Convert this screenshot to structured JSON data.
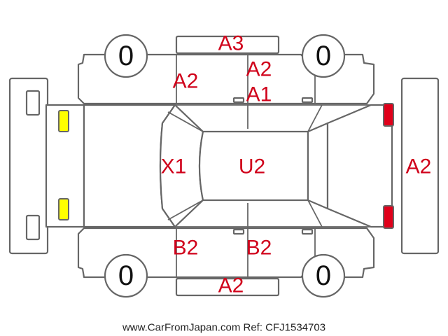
{
  "colors": {
    "outline": "#666666",
    "damage_code": "#d0021b",
    "front_lamp": "#ffff00",
    "rear_lamp": "#e0001a"
  },
  "tires": {
    "front_left": "0",
    "rear_left": "0",
    "front_right": "0",
    "rear_right": "0"
  },
  "codes": {
    "top_roof_rail": "A3",
    "top_front_door": "A2",
    "top_rear_door": "A2",
    "top_rear_door_lower": "A1",
    "hood": "X1",
    "roof": "U2",
    "rear_bumper": "A2",
    "bottom_front_door": "B2",
    "bottom_rear_door": "B2",
    "bottom_roof_rail": "A2"
  },
  "footer": "www.CarFromJapan.com Ref: CFJ1534703"
}
